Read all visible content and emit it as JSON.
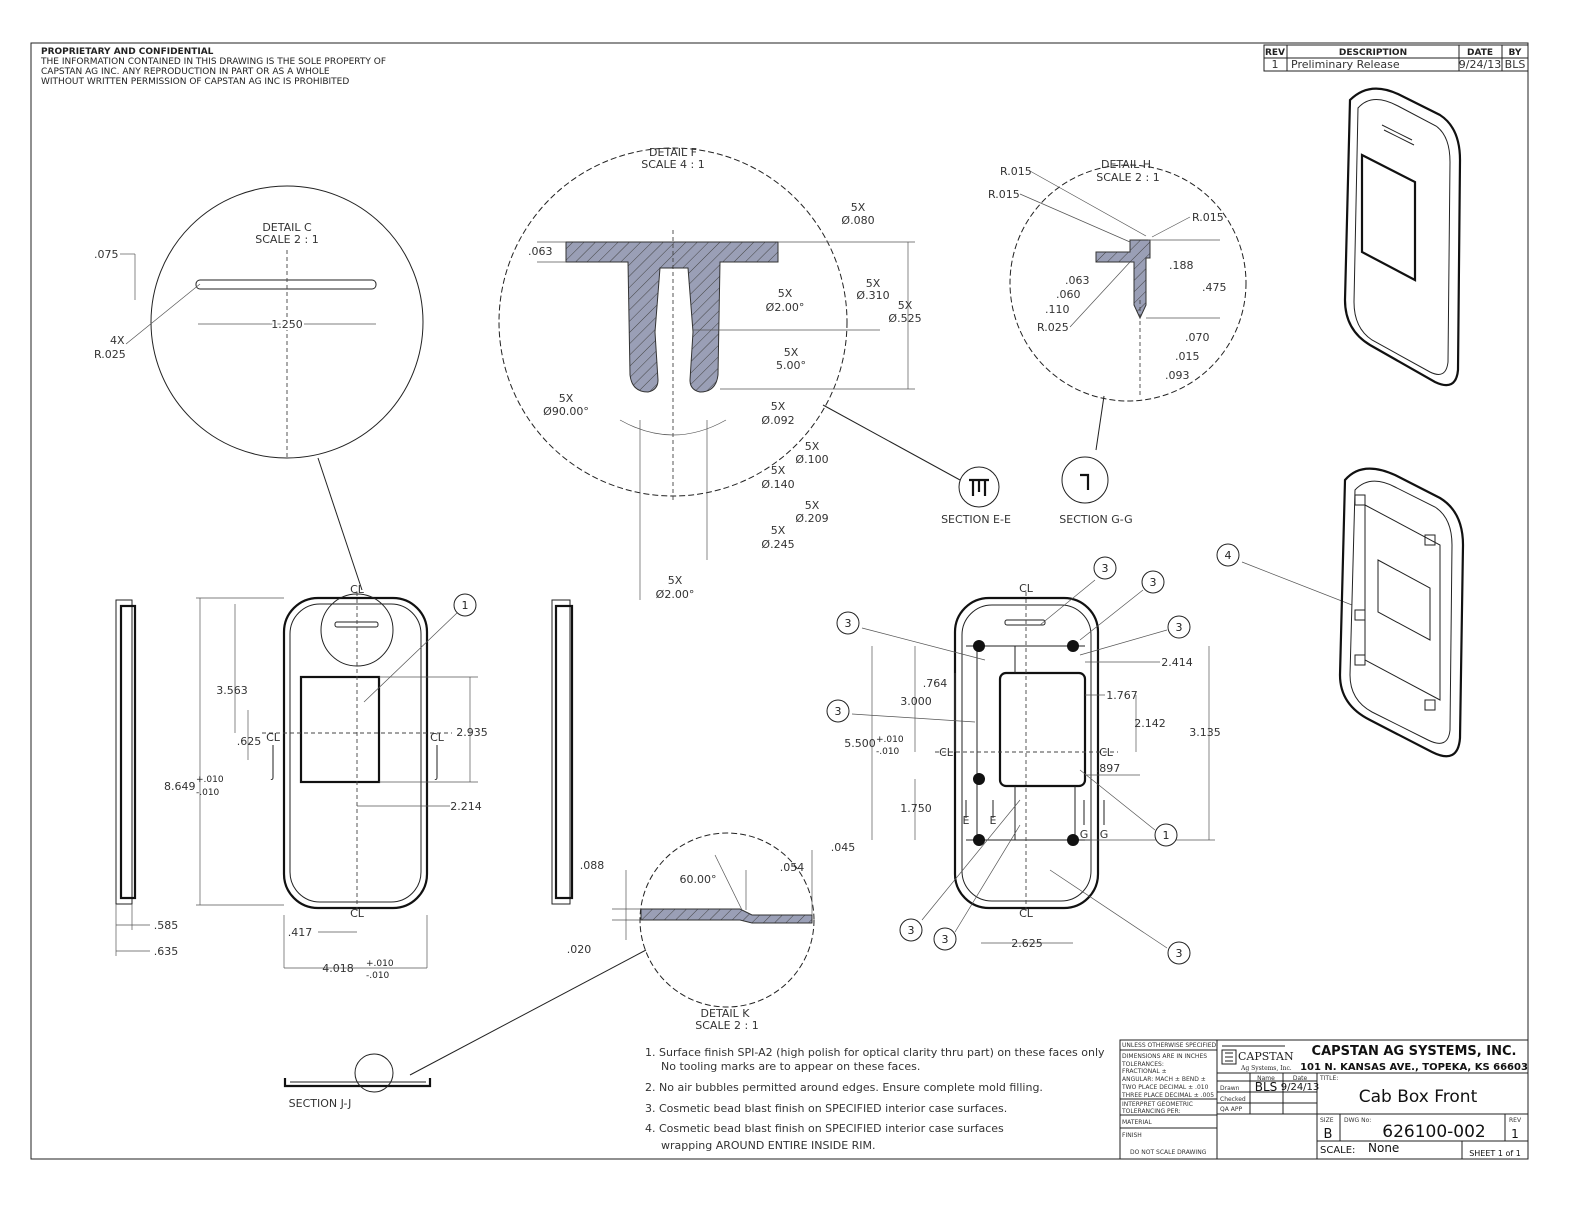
{
  "header": {
    "title": "PROPRIETARY AND CONFIDENTIAL",
    "lines": [
      "THE INFORMATION CONTAINED IN THIS DRAWING IS THE SOLE PROPERTY OF",
      "CAPSTAN AG INC. ANY REPRODUCTION IN PART OR AS A WHOLE",
      "WITHOUT WRITTEN PERMISSION OF CAPSTAN AG INC IS PROHIBITED"
    ]
  },
  "revisions": {
    "headers": [
      "REV",
      "DESCRIPTION",
      "DATE",
      "BY"
    ],
    "rows": [
      [
        "1",
        "Preliminary Release",
        "9/24/13",
        "BLS"
      ]
    ]
  },
  "details": {
    "c": [
      "DETAIL C",
      "SCALE 2 : 1"
    ],
    "f": [
      "DETAIL F",
      "SCALE 4 : 1"
    ],
    "h": [
      "DETAIL H",
      "SCALE 2 : 1"
    ],
    "k": [
      "DETAIL K",
      "SCALE 2 : 1"
    ],
    "ee": "SECTION E-E",
    "gg": "SECTION G-G",
    "jj": "SECTION J-J"
  },
  "dims": {
    "c1": ".075",
    "c2": "4X",
    "c3": "R.025",
    "c4": "1.250",
    "f1": ".063",
    "f2": "5X",
    "f3": "Ø.080",
    "f4": "5X",
    "f5": "Ø.310",
    "f6": "5X",
    "f7": "Ø.525",
    "f8": "5X",
    "f9": "Ø2.00°",
    "f10": "5X",
    "f11": "5.00°",
    "f12": "5X",
    "f13": "Ø90.00°",
    "f14": "5X",
    "f15": "Ø.092",
    "f16": "5X",
    "f17": "Ø.100",
    "f18": "5X",
    "f19": "Ø.140",
    "f20": "5X",
    "f21": "Ø.209",
    "f22": "5X",
    "f23": "Ø.245",
    "f24": "5X",
    "f25": "Ø2.00°",
    "h1": "R.015",
    "h2": "R.015",
    "h3": "R.015",
    "h4": ".188",
    "h5": ".063",
    "h6": ".060",
    "h7": ".110",
    "h8": ".475",
    "h9": "R.025",
    "h10": ".070",
    "h11": ".015",
    "h12": ".093",
    "a1": "CL",
    "a2": "CL",
    "a3": "3.563",
    "a4": ".625",
    "a5": "CL",
    "a6": "J",
    "a7": "2.935",
    "a8": "CL",
    "a9": "J",
    "a10": "8.649",
    "a11": "+.010",
    "a12": "-.010",
    "a13": "2.214",
    "a14": ".417",
    "a15": "4.018",
    "a16": "+.010",
    "a17": "-.010",
    "s1": ".585",
    "s2": ".635",
    "k1": ".088",
    "k2": "60.00°",
    "k3": ".054",
    "k4": ".045",
    "k5": ".020",
    "b1": "CL",
    "b2": "CL",
    "b3": ".764",
    "b4": "3.000",
    "b5": "5.500",
    "b6": "+.010",
    "b7": "-.010",
    "b8": "CL",
    "b9": "CL",
    "b10": "2.414",
    "b11": "1.767",
    "b12": "2.142",
    "b13": "3.135",
    "b14": ".897",
    "b15": "1.750",
    "b16": "E",
    "b17": "E",
    "b18": "G",
    "b19": "G",
    "b20": "2.625"
  },
  "balloons": [
    "1",
    "1",
    "3",
    "3",
    "3",
    "3",
    "3",
    "3",
    "3",
    "3",
    "4"
  ],
  "notes": [
    [
      "1.  Surface finish SPI-A2 (high polish for optical clarity thru part) on these faces only",
      "No tooling marks are to appear on these faces."
    ],
    [
      "2.  No air bubbles permitted around edges.  Ensure complete mold filling."
    ],
    [
      "3.  Cosmetic bead blast finish on SPECIFIED interior case surfaces."
    ],
    [
      "4.  Cosmetic bead blast finish on SPECIFIED interior case surfaces",
      "wrapping AROUND ENTIRE INSIDE RIM."
    ]
  ],
  "title_block": {
    "tolerances": [
      "UNLESS OTHERWISE SPECIFIED:",
      "DIMENSIONS ARE IN INCHES",
      "TOLERANCES:",
      "FRACTIONAL ±",
      "ANGULAR: MACH ±   BEND ±",
      "TWO PLACE DECIMAL   ± .010",
      "THREE PLACE DECIMAL  ± .005",
      "INTERPRET GEOMETRIC",
      "TOLERANCING PER:",
      "MATERIAL",
      "FINISH",
      "DO NOT SCALE DRAWING"
    ],
    "logo": "CAPSTAN",
    "logo_sub": "Ag Systems, Inc.",
    "company": "CAPSTAN AG SYSTEMS, INC.",
    "address": "101 N. KANSAS AVE., TOPEKA, KS 66603",
    "name_label": "Name",
    "date_label": "Date",
    "drawn_label": "Drawn",
    "checked_label": "Checked",
    "qa_label": "QA APP",
    "drawn_by": "BLS",
    "drawn_date": "9/24/13",
    "title_label": "TITLE:",
    "title": "Cab Box Front",
    "size_label": "SIZE",
    "size": "B",
    "dwg_label": "DWG No:",
    "dwg_no": "626100-002",
    "rev_label": "REV",
    "rev": "1",
    "scale_label": "SCALE:",
    "scale": "None",
    "sheet": "SHEET 1 of 1"
  }
}
